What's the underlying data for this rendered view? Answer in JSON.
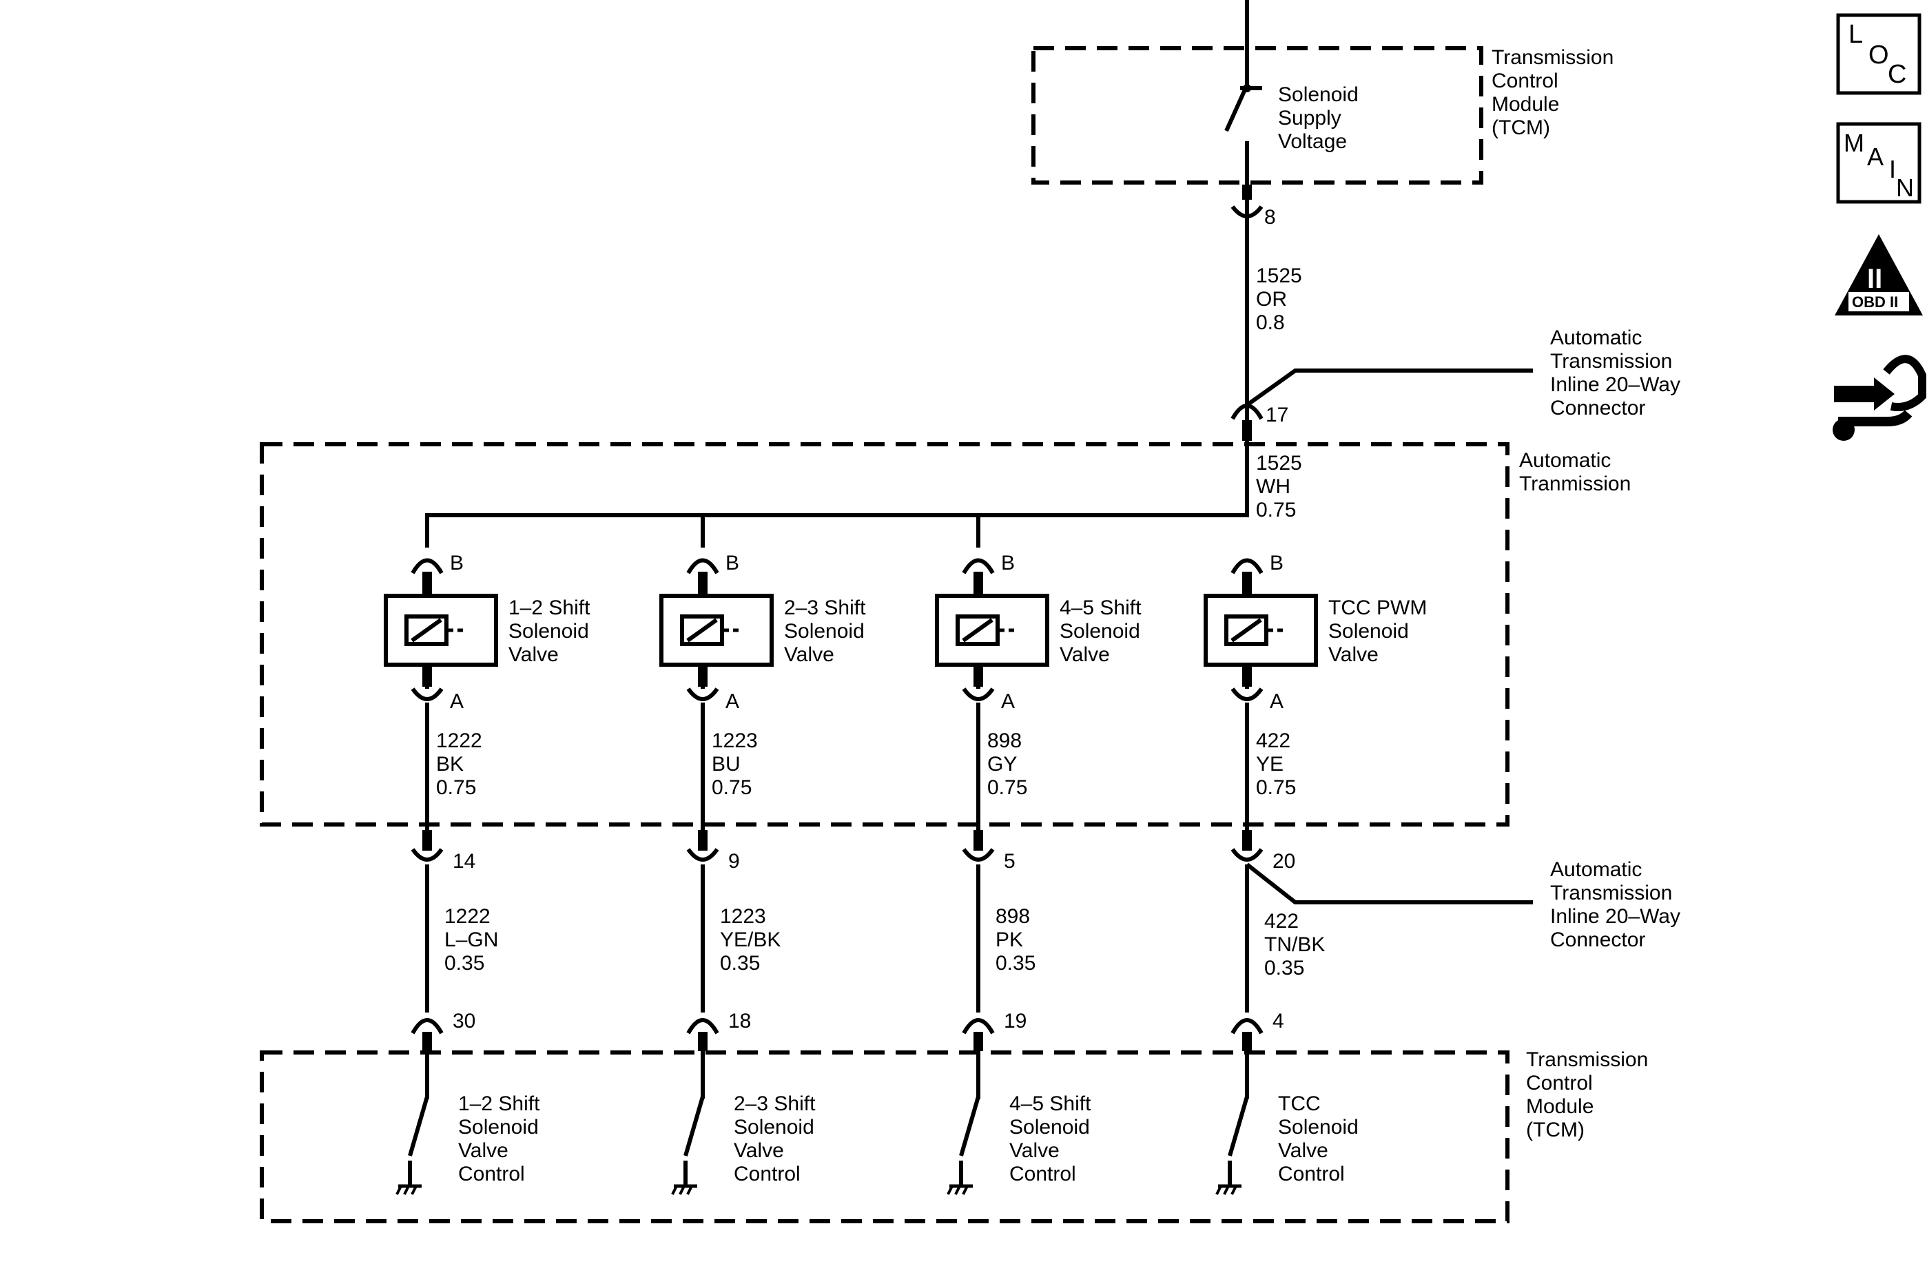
{
  "top_tcm": {
    "module_label": [
      "Transmission",
      "Control",
      "Module",
      "(TCM)"
    ],
    "supply_label": [
      "Solenoid",
      "Supply",
      "Voltage"
    ]
  },
  "pin_8": "8",
  "wire_supply": [
    "1525",
    "OR",
    "0.8"
  ],
  "inline_connector_top": [
    "Automatic",
    "Transmission",
    "Inline 20–Way",
    "Connector"
  ],
  "pin_17": "17",
  "transmission": {
    "label": [
      "Automatic",
      "Tranmission"
    ],
    "supply_wire": [
      "1525",
      "WH",
      "0.75"
    ]
  },
  "solenoids": [
    {
      "name": [
        "1–2 Shift",
        "Solenoid",
        "Valve"
      ],
      "pin_top": "B",
      "pin_bottom": "A",
      "wire_internal": [
        "1222",
        "BK",
        "0.75"
      ],
      "inline_pin": "14",
      "wire_harness": [
        "1222",
        "L–GN",
        "0.35"
      ],
      "tcm_pin": "30",
      "control": [
        "1–2 Shift",
        "Solenoid",
        "Valve",
        "Control"
      ]
    },
    {
      "name": [
        "2–3 Shift",
        "Solenoid",
        "Valve"
      ],
      "pin_top": "B",
      "pin_bottom": "A",
      "wire_internal": [
        "1223",
        "BU",
        "0.75"
      ],
      "inline_pin": "9",
      "wire_harness": [
        "1223",
        "YE/BK",
        "0.35"
      ],
      "tcm_pin": "18",
      "control": [
        "2–3 Shift",
        "Solenoid",
        "Valve",
        "Control"
      ]
    },
    {
      "name": [
        "4–5 Shift",
        "Solenoid",
        "Valve"
      ],
      "pin_top": "B",
      "pin_bottom": "A",
      "wire_internal": [
        "898",
        "GY",
        "0.75"
      ],
      "inline_pin": "5",
      "wire_harness": [
        "898",
        "PK",
        "0.35"
      ],
      "tcm_pin": "19",
      "control": [
        "4–5 Shift",
        "Solenoid",
        "Valve",
        "Control"
      ]
    },
    {
      "name": [
        "TCC PWM",
        "Solenoid",
        "Valve"
      ],
      "pin_top": "B",
      "pin_bottom": "A",
      "wire_internal": [
        "422",
        "YE",
        "0.75"
      ],
      "inline_pin": "20",
      "wire_harness": [
        "422",
        "TN/BK",
        "0.35"
      ],
      "tcm_pin": "4",
      "control": [
        "TCC",
        "Solenoid",
        "Valve",
        "Control"
      ]
    }
  ],
  "inline_connector_bottom": [
    "Automatic",
    "Transmission",
    "Inline 20–Way",
    "Connector"
  ],
  "bottom_tcm": {
    "module_label": [
      "Transmission",
      "Control",
      "Module",
      "(TCM)"
    ]
  },
  "side_icons": {
    "loc": [
      "L",
      "O",
      "C"
    ],
    "main": [
      "M",
      "A",
      "I",
      "N"
    ],
    "obd": [
      "II",
      "OBD II"
    ]
  }
}
